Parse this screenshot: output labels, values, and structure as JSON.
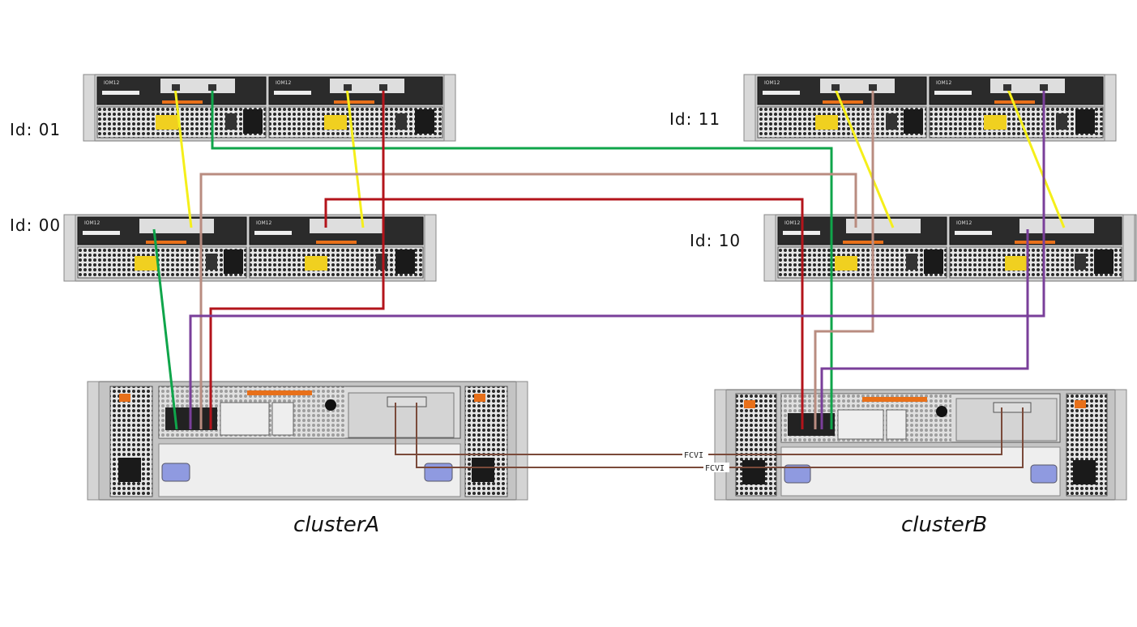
{
  "shelves": {
    "shelf_01": {
      "id_label": "Id: 01",
      "module_a": "IOM12",
      "module_b": "IOM12"
    },
    "shelf_00": {
      "id_label": "Id: 00",
      "module_a": "IOM12",
      "module_b": "IOM12"
    },
    "shelf_11": {
      "id_label": "Id: 11",
      "module_a": "IOM12",
      "module_b": "IOM12"
    },
    "shelf_10": {
      "id_label": "Id: 10",
      "module_a": "IOM12",
      "module_b": "IOM12"
    }
  },
  "controllers": {
    "cluster_a": {
      "label": "clusterA"
    },
    "cluster_b": {
      "label": "clusterB"
    }
  },
  "links": {
    "fcvi_1": "FCVI",
    "fcvi_2": "FCVI"
  },
  "colors": {
    "cable_green": "#0fa54a",
    "cable_red": "#b3141b",
    "cable_tan": "#b98c80",
    "cable_purple": "#7a3f9a",
    "cable_yellow": "#f5ef1a",
    "cable_fcvi": "#7a4a3a",
    "chassis": "#c9c9c9",
    "module_dark": "#2b2b2b",
    "accent_orange": "#e8701a"
  }
}
